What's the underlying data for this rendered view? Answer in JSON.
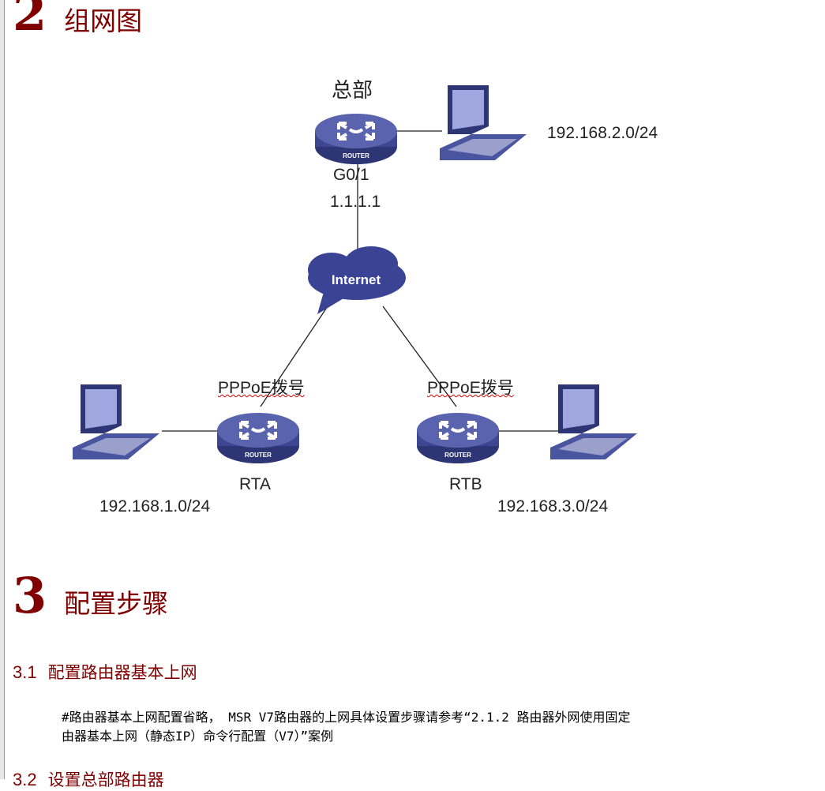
{
  "sections": [
    {
      "number": "2",
      "title": "组网图"
    },
    {
      "number": "3",
      "title": "配置步骤"
    }
  ],
  "subsections": [
    {
      "number": "3.1",
      "title": "配置路由器基本上网"
    },
    {
      "number": "3.2",
      "title": "设置总部路由器"
    }
  ],
  "paragraph": {
    "line1": "#路由器基本上网配置省略， MSR V7路由器的上网具体设置步骤请参考“2.1.2 路由器外网使用固定",
    "line2": "由器基本上网（静态IP）命令行配置（V7）”案例"
  },
  "diagram": {
    "hq_label": "总部",
    "hq_interface": "G0/1",
    "hq_ip": "1.1.1.1",
    "hq_lan": "192.168.2.0/24",
    "cloud_label": "Internet",
    "rta_dial": "PPPoE拨号",
    "rta_name": "RTA",
    "rta_lan": "192.168.1.0/24",
    "rtb_dial": "PPPoE拨号",
    "rtb_name": "RTB",
    "rtb_lan": "192.168.3.0/24",
    "router_caption": "ROUTER",
    "colors": {
      "device": "#4a55a0",
      "device_dark": "#2e3575",
      "screen": "#9fa6e0",
      "heading": "#800000"
    }
  }
}
